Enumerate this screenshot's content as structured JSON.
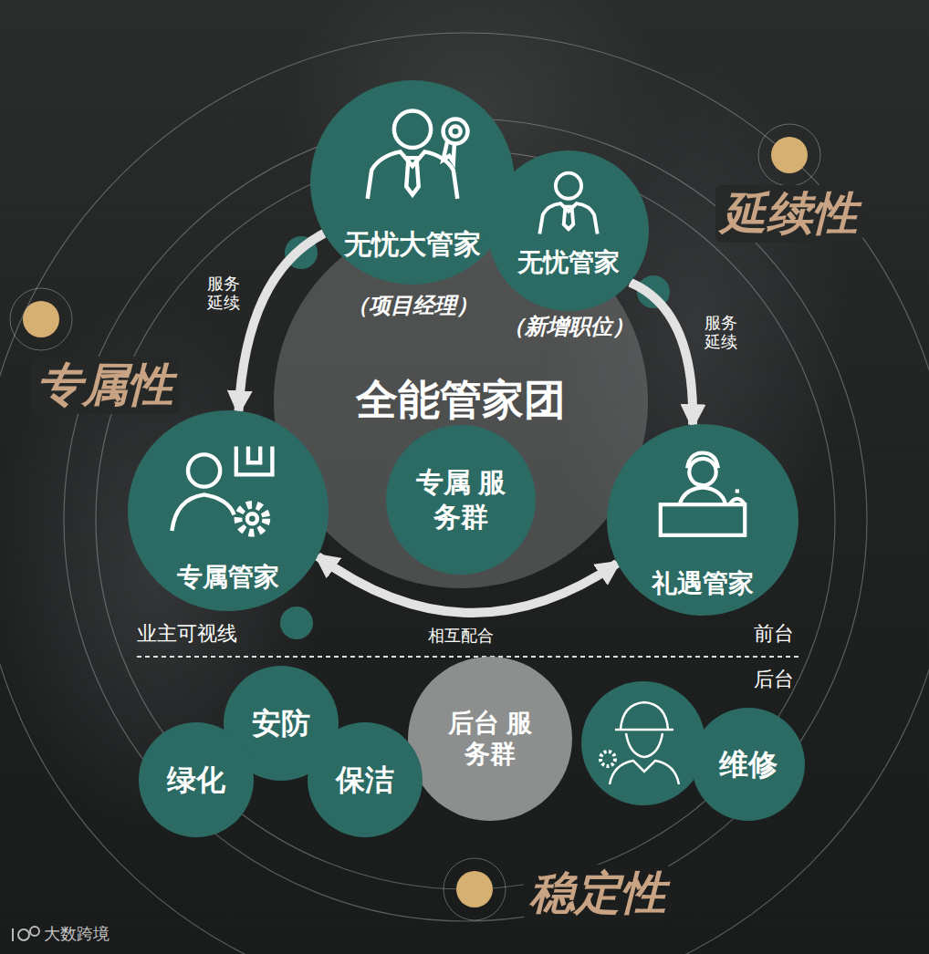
{
  "diagram": {
    "nodes": [
      {
        "text": [
          "无忧大管家",
          "（项目经理）"
        ]
      },
      {
        "text": [
          "无忧管家",
          "（新增职位）"
        ]
      },
      {
        "text": [
          "全能管家团"
        ]
      },
      {
        "text": [
          "专属 服务群"
        ],
        "in": 2
      },
      {
        "text": [
          "专属管家"
        ]
      },
      {
        "text": [
          "礼遇管家"
        ]
      },
      {
        "text": [
          "安防"
        ]
      },
      {
        "text": [
          "绿化"
        ]
      },
      {
        "text": [
          "保洁"
        ]
      },
      {
        "text": [
          "后台 服务群"
        ]
      },
      {
        "text": [
          "维修"
        ]
      }
    ],
    "edges": [
      {
        "from": 0,
        "to": 4,
        "label": "服务 延续",
        "arrow": "to"
      },
      {
        "from": 1,
        "to": 5,
        "label": "服务 延续",
        "arrow": "to"
      },
      {
        "from": 4,
        "to": 5,
        "label": "相互配合",
        "arrow": "both"
      }
    ],
    "labels": [
      "延续性",
      "专属性",
      "稳定性",
      "业主可视线",
      "前台",
      "后台",
      "大数跨境"
    ]
  }
}
